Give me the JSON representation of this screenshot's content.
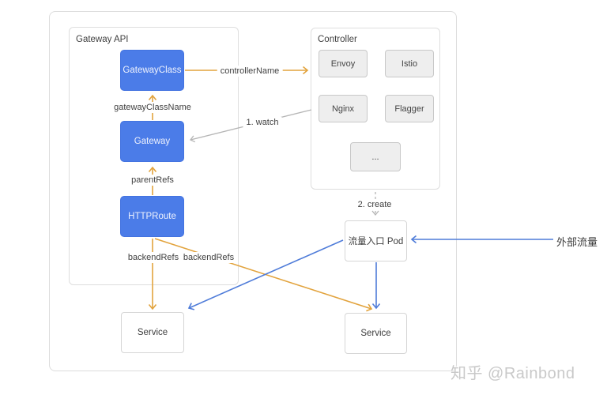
{
  "diagram": {
    "containers": {
      "gateway_api": {
        "label": "Gateway API"
      },
      "controller": {
        "label": "Controller"
      }
    },
    "nodes": {
      "gatewayclass": {
        "label": "GatewayClass"
      },
      "gateway": {
        "label": "Gateway"
      },
      "httproute": {
        "label": "HTTPRoute"
      },
      "envoy": {
        "label": "Envoy"
      },
      "istio": {
        "label": "Istio"
      },
      "nginx": {
        "label": "Nginx"
      },
      "flagger": {
        "label": "Flagger"
      },
      "more": {
        "label": "..."
      },
      "ingress_pod": {
        "label": "流量入口 Pod"
      },
      "service_left": {
        "label": "Service"
      },
      "service_right": {
        "label": "Service"
      }
    },
    "edge_labels": {
      "controller_name": "controllerName",
      "gateway_class_name": "gatewayClassName",
      "parent_refs": "parentRefs",
      "backend_refs_left": "backendRefs",
      "backend_refs_right": "backendRefs",
      "watch": "1. watch",
      "create": "2. create",
      "external_traffic": "外部流量"
    },
    "colors": {
      "resource_blue": "#4b7ce8",
      "arrow_orange": "#e2a33d",
      "arrow_blue": "#4f7cd9",
      "arrow_gray": "#b5b5b5"
    }
  },
  "watermark": {
    "text": "知乎 @Rainbond"
  }
}
